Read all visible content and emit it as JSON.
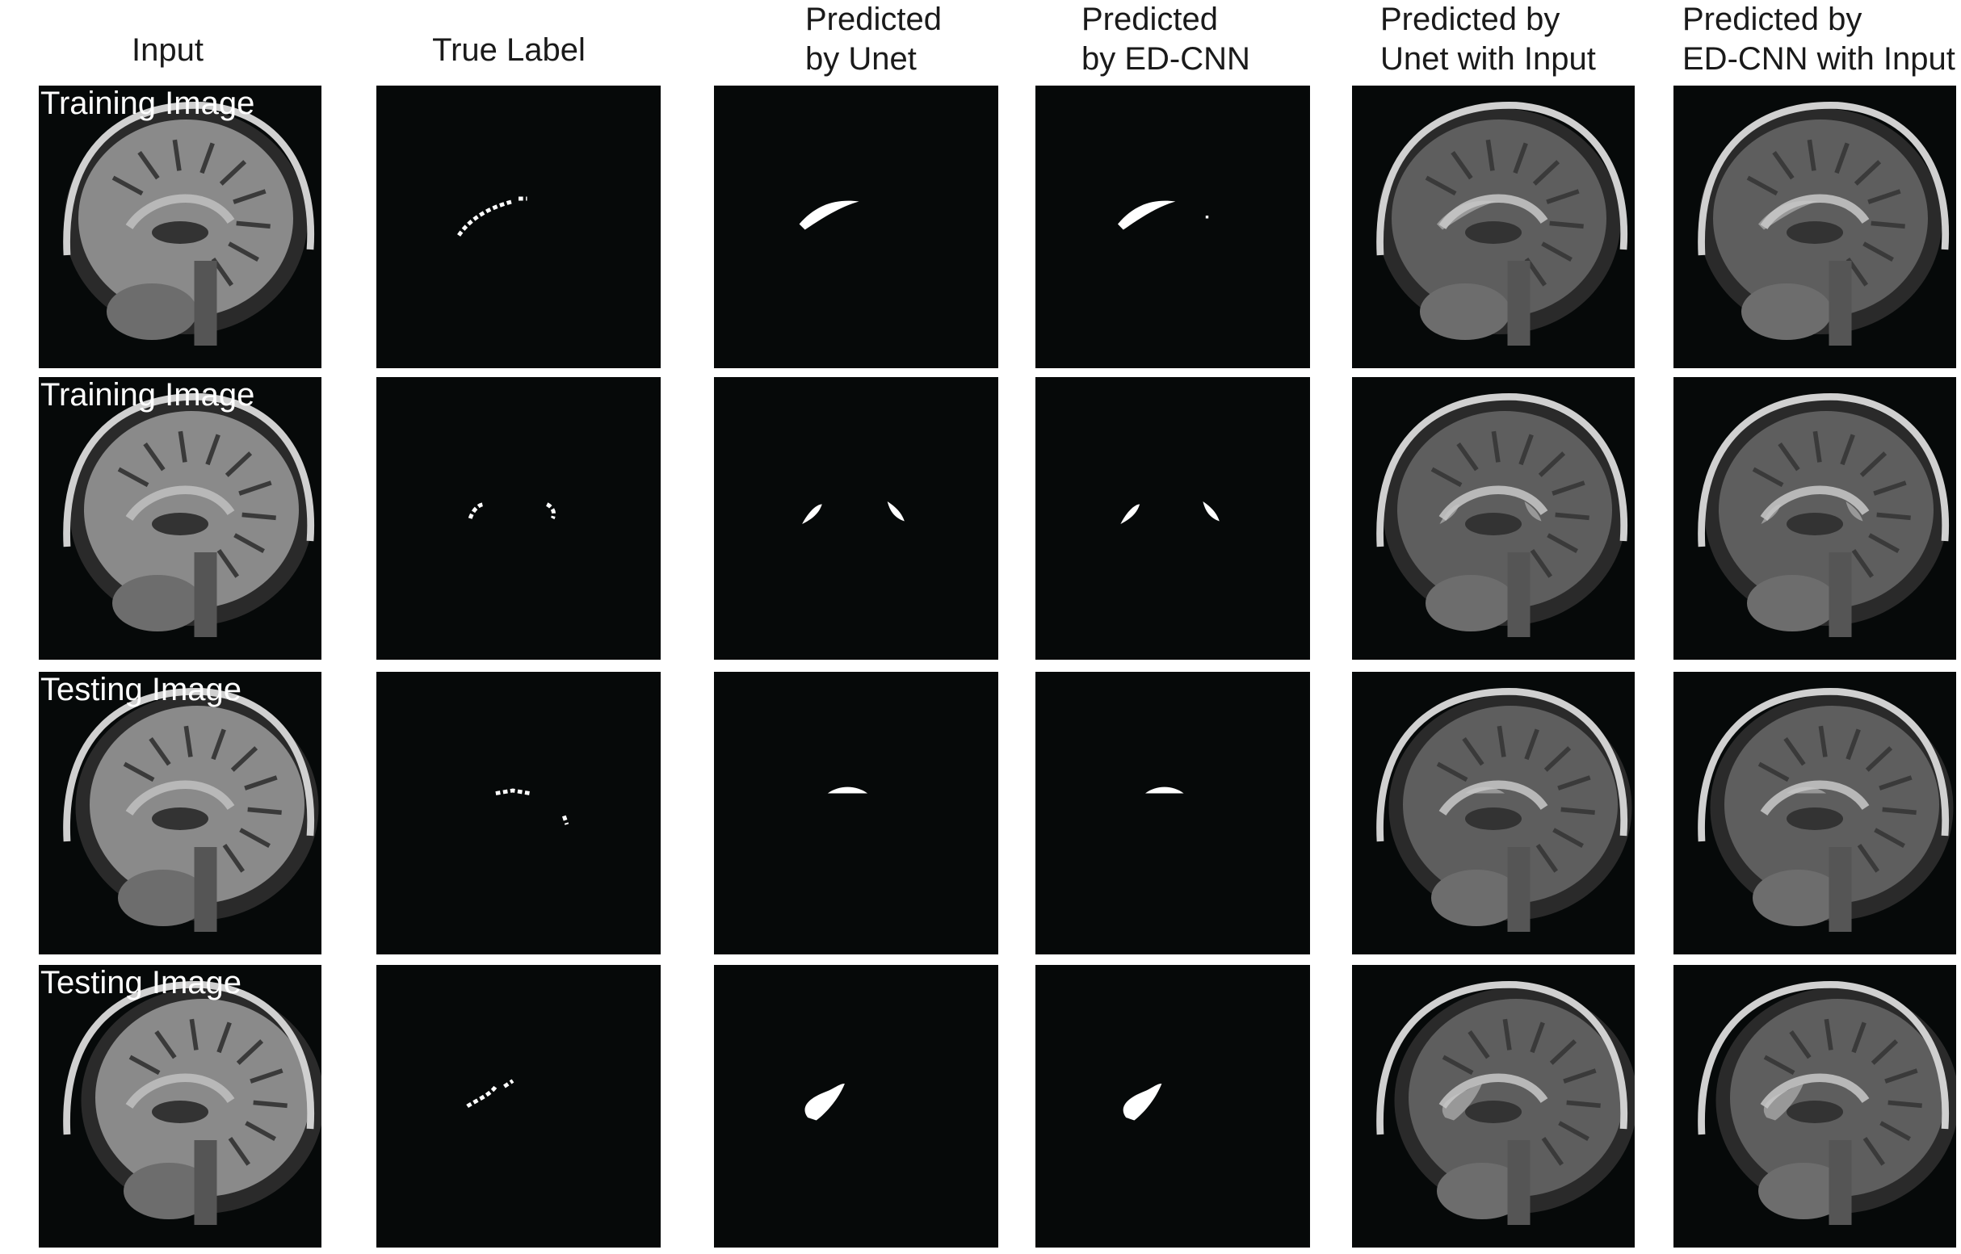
{
  "columns": [
    "Input",
    "True Label",
    "Predicted\nby Unet",
    "Predicted\nby ED-CNN",
    "Predicted by\nUnet with Input",
    "Predicted by\nED-CNN with Input"
  ],
  "rows": [
    "Training Image",
    "Training Image",
    "Testing Image",
    "Testing Image"
  ],
  "colors": {
    "panel_background": "#060909",
    "mask": "#ffffff",
    "brain_tissue": "#8a8a8a",
    "overlay_tissue": "#5e5e5e"
  }
}
